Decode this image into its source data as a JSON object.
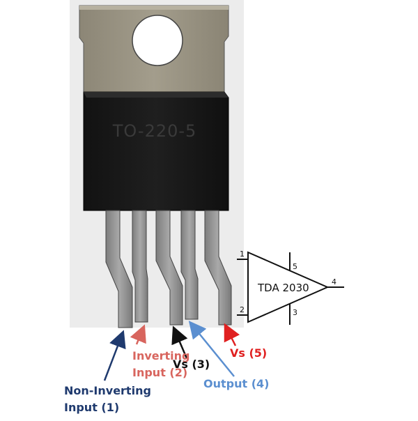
{
  "package": {
    "marking": "TO-220-5"
  },
  "pin_labels": {
    "pin1": {
      "line1": "Non-Inverting",
      "line2": "Input (1)",
      "color": "#1f3a6e"
    },
    "pin2": {
      "line1": "Inverting",
      "line2": "Input (2)",
      "color": "#d8655e"
    },
    "pin3": {
      "line1": "Vs (3)",
      "color": "#111111"
    },
    "pin4": {
      "line1": "Output (4)",
      "color": "#5b8fd0"
    },
    "pin5": {
      "line1": "Vs (5)",
      "color": "#e02020"
    }
  },
  "amplifier": {
    "label": "TDA 2030",
    "pins": {
      "in_noninv": "1",
      "in_inv": "2",
      "gnd": "3",
      "out": "4",
      "vs": "5"
    }
  }
}
